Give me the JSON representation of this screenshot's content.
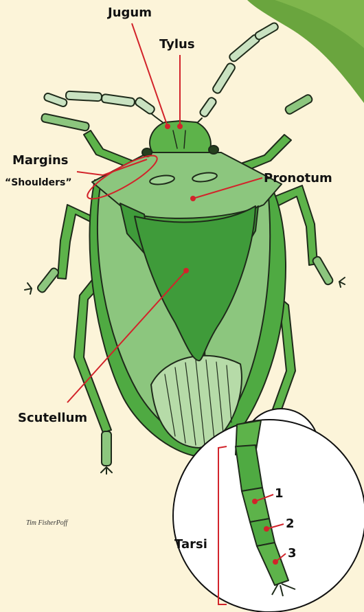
{
  "labels": {
    "jugum": "Jugum",
    "tylus": "Tylus",
    "margins": "Margins",
    "shoulders": "“Shoulders”",
    "pronotum": "Pronotum",
    "scutellum": "Scutellum",
    "tarsi": "Tarsi",
    "segment_1": "1",
    "segment_2": "2",
    "segment_3": "3"
  },
  "credit": "Tim FisherPoff",
  "colors": {
    "background": "#fcf4d9",
    "leaf_green": "#5f9e37",
    "bug_light": "#8cc67e",
    "bug_mid": "#5db34a",
    "bug_dark": "#3f9b3a",
    "leader_line": "#d2232a",
    "outline": "#1e2a1a"
  }
}
